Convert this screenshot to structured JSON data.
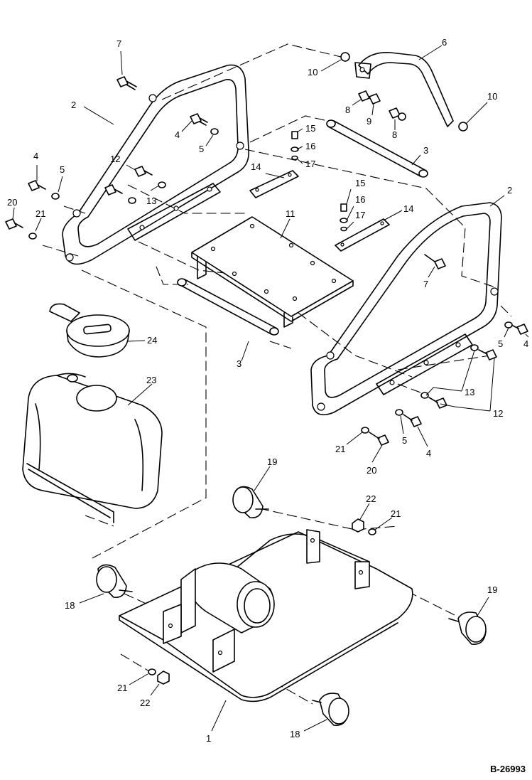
{
  "drawing_code": "B-26993",
  "callouts": [
    {
      "id": "c7a",
      "text": "7"
    },
    {
      "id": "c2a",
      "text": "2"
    },
    {
      "id": "c4a",
      "text": "4"
    },
    {
      "id": "c5a",
      "text": "5"
    },
    {
      "id": "c4b",
      "text": "4"
    },
    {
      "id": "c5b",
      "text": "5"
    },
    {
      "id": "c12a",
      "text": "12"
    },
    {
      "id": "c13a",
      "text": "13"
    },
    {
      "id": "c20a",
      "text": "20"
    },
    {
      "id": "c21a",
      "text": "21"
    },
    {
      "id": "c10a",
      "text": "10"
    },
    {
      "id": "c6",
      "text": "6"
    },
    {
      "id": "c8a",
      "text": "8"
    },
    {
      "id": "c9",
      "text": "9"
    },
    {
      "id": "c8b",
      "text": "8"
    },
    {
      "id": "c10b",
      "text": "10"
    },
    {
      "id": "c15a",
      "text": "15"
    },
    {
      "id": "c16a",
      "text": "16"
    },
    {
      "id": "c17a",
      "text": "17"
    },
    {
      "id": "c14a",
      "text": "14"
    },
    {
      "id": "c3a",
      "text": "3"
    },
    {
      "id": "c2b",
      "text": "2"
    },
    {
      "id": "c11",
      "text": "11"
    },
    {
      "id": "c15b",
      "text": "15"
    },
    {
      "id": "c16b",
      "text": "16"
    },
    {
      "id": "c17b",
      "text": "17"
    },
    {
      "id": "c14b",
      "text": "14"
    },
    {
      "id": "c7b",
      "text": "7"
    },
    {
      "id": "c24",
      "text": "24"
    },
    {
      "id": "c23",
      "text": "23"
    },
    {
      "id": "c3b",
      "text": "3"
    },
    {
      "id": "c5c",
      "text": "5"
    },
    {
      "id": "c4c",
      "text": "4"
    },
    {
      "id": "c13b",
      "text": "13"
    },
    {
      "id": "c12b",
      "text": "12"
    },
    {
      "id": "c5d",
      "text": "5"
    },
    {
      "id": "c4d",
      "text": "4"
    },
    {
      "id": "c21b",
      "text": "21"
    },
    {
      "id": "c20b",
      "text": "20"
    },
    {
      "id": "c19a",
      "text": "19"
    },
    {
      "id": "c22a",
      "text": "22"
    },
    {
      "id": "c21c",
      "text": "21"
    },
    {
      "id": "c18a",
      "text": "18"
    },
    {
      "id": "c19b",
      "text": "19"
    },
    {
      "id": "c21d",
      "text": "21"
    },
    {
      "id": "c22b",
      "text": "22"
    },
    {
      "id": "c1",
      "text": "1"
    },
    {
      "id": "c18b",
      "text": "18"
    }
  ]
}
